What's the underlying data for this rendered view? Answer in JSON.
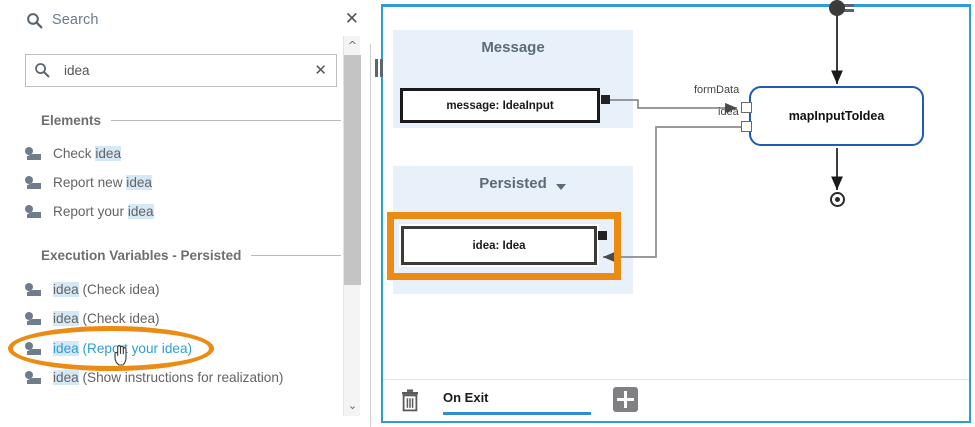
{
  "search_panel": {
    "header_title": "Search",
    "close_icon": "close-icon",
    "search_icon": "search-icon",
    "input": {
      "value": "idea",
      "placeholder": "Search",
      "clear_icon": "clear-icon"
    },
    "groups": [
      {
        "label": "Elements"
      },
      {
        "label": "Execution Variables - Persisted"
      }
    ],
    "elements_results": [
      {
        "icon": "user-task-icon",
        "prefix": "Check ",
        "match": "idea",
        "suffix": ""
      },
      {
        "icon": "user-task-icon",
        "prefix": "Report new ",
        "match": "idea",
        "suffix": ""
      },
      {
        "icon": "user-task-icon",
        "prefix": "Report your ",
        "match": "idea",
        "suffix": ""
      }
    ],
    "variable_results": [
      {
        "icon": "user-task-icon",
        "prefix": "",
        "match": "idea",
        "suffix": " (Check idea)",
        "hovered": false
      },
      {
        "icon": "user-task-icon",
        "prefix": "",
        "match": "idea",
        "suffix": " (Check idea)",
        "hovered": false
      },
      {
        "icon": "user-task-icon",
        "prefix": "",
        "match": "idea",
        "suffix": " (Report your idea)",
        "hovered": true
      },
      {
        "icon": "user-task-icon",
        "prefix": "",
        "match": "idea",
        "suffix": " (Show instructions for realization)",
        "hovered": false
      }
    ],
    "scrollbar": {
      "up_icon": "chevron-up-icon",
      "down_icon": "chevron-down-icon"
    }
  },
  "annotations": {
    "highlight_color": "#ec8b13",
    "ellipse_target": "idea (Report your idea)",
    "rect_target": "idea: Idea"
  },
  "diagram": {
    "border_color": "#2e9cd6",
    "lane_bg": "#e8f1f9",
    "lanes": [
      {
        "title": "Message",
        "has_caret": false
      },
      {
        "title": "Persisted",
        "has_caret": true
      }
    ],
    "data_objects": [
      {
        "label": "message: IdeaInput"
      },
      {
        "label": "idea: Idea"
      }
    ],
    "activity": {
      "label": "mapInputToIdea",
      "accent": "#1c5cb5",
      "input_ports": [
        {
          "label": "formData"
        },
        {
          "label": "idea"
        }
      ]
    },
    "start_node": "start-event",
    "end_node": "end-event"
  },
  "bottom_bar": {
    "trash_icon": "trash-icon",
    "tab_label": "On Exit",
    "add_icon": "plus-icon",
    "tab_accent": "#2e8fd0"
  }
}
